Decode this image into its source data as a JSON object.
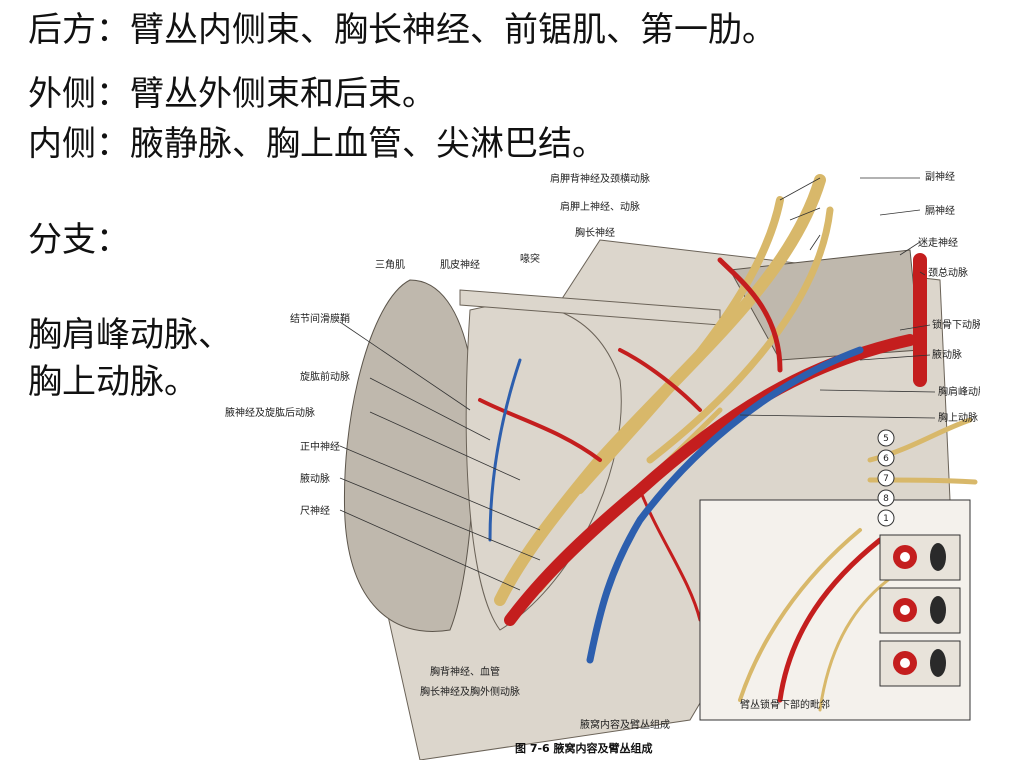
{
  "text": {
    "line1": "后方：臂丛内侧束、胸长神经、前锯肌、第一肋。",
    "line2": "外侧：臂丛外侧束和后束。",
    "line3": "内侧：腋静脉、胸上血管、尖淋巴结。",
    "line4": "分支：",
    "line5": "胸肩峰动脉、",
    "line6": "胸上动脉。"
  },
  "figure": {
    "labels": {
      "top_left": [
        "三角肌",
        "肌皮神经",
        "喙突"
      ],
      "left": [
        "结节间滑膜鞘",
        "旋肱前动脉",
        "腋神经及旋肱后动脉",
        "正中神经",
        "腋动脉",
        "尺神经"
      ],
      "top": [
        "肩胛背神经及颈横动脉",
        "肩胛上神经、动脉",
        "胸长神经"
      ],
      "right": [
        "副神经",
        "膈神经",
        "迷走神经",
        "颈总动脉",
        "锁骨下动脉",
        "腋动脉",
        "胸肩峰动脉",
        "胸上动脉"
      ],
      "bottom": [
        "胸背神经、血管",
        "胸长神经及胸外侧动脉"
      ],
      "inset": "臂丛锁骨下部的毗邻",
      "numbers": [
        "5",
        "6",
        "7",
        "8",
        "1"
      ]
    },
    "caption_title": "腋窝内容及臂丛组成",
    "caption": "图 7-6  腋窝内容及臂丛组成",
    "colors": {
      "nerve": "#d8b86a",
      "artery": "#c41e1e",
      "vein": "#2d5fae"
    }
  }
}
